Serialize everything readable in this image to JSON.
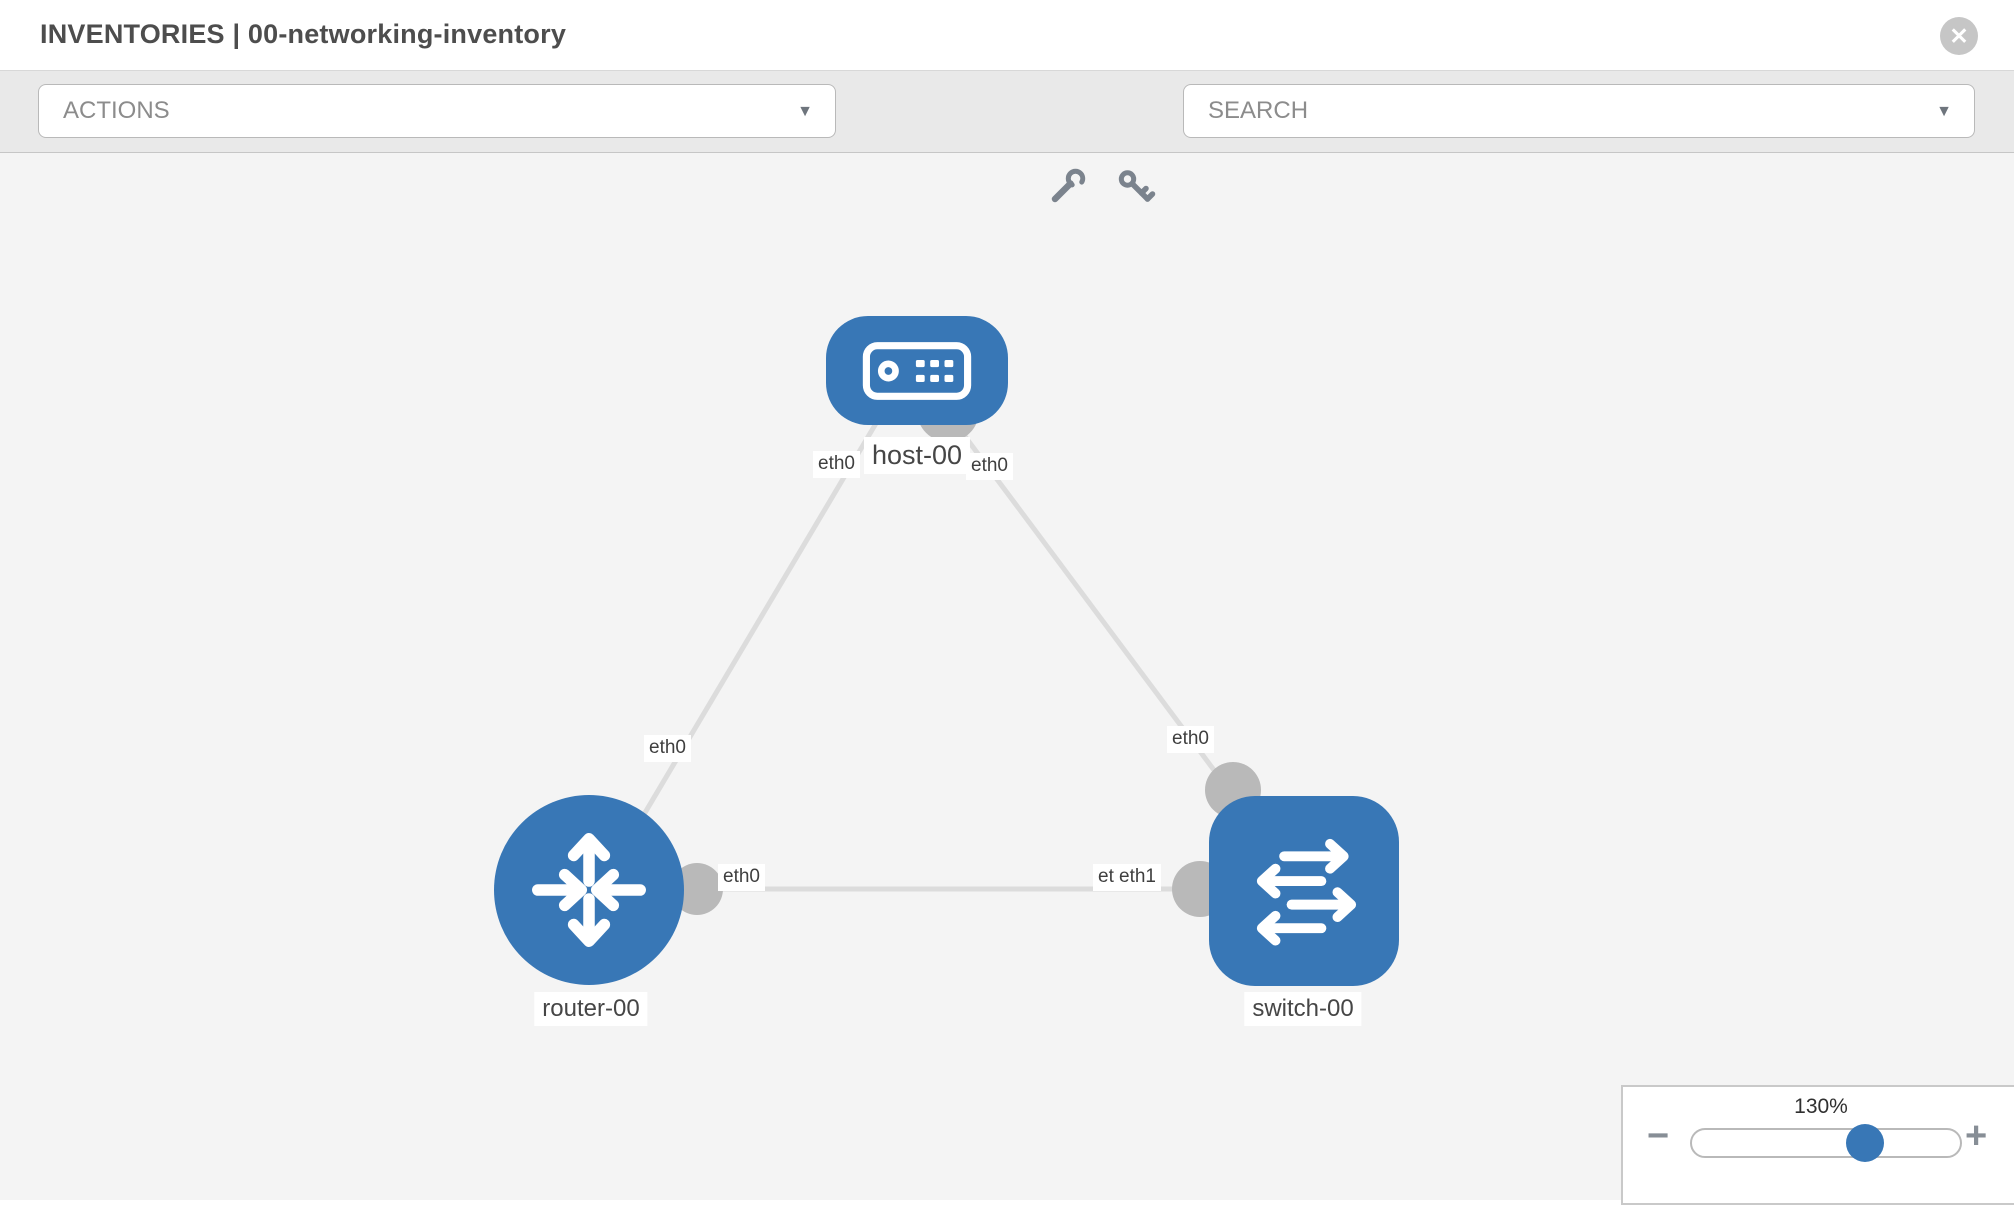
{
  "header": {
    "title": "INVENTORIES | 00-networking-inventory",
    "close_glyph": "✕"
  },
  "toolbar": {
    "actions_label": "ACTIONS",
    "search_placeholder": "SEARCH",
    "caret": "▼"
  },
  "nodes": {
    "host": "host-00",
    "router": "router-00",
    "switch": "switch-00"
  },
  "ifaces": {
    "host_left": "eth0",
    "host_right": "eth0",
    "link_host_router_mid": "eth0",
    "link_host_switch_mid": "eth0",
    "link_router_switch_router_side": "eth0",
    "link_router_switch_switch_side_under": "eth0",
    "link_router_switch_switch_side_over": "eth1"
  },
  "zoom": {
    "level": "130%",
    "minus": "−",
    "plus": "+"
  },
  "colors": {
    "node_blue": "#3877b6",
    "link_gray": "#dcdcdc",
    "dot_gray": "#b9b9b9",
    "toolbar_gray": "#e9e9e9",
    "canvas_gray": "#f4f4f4"
  }
}
